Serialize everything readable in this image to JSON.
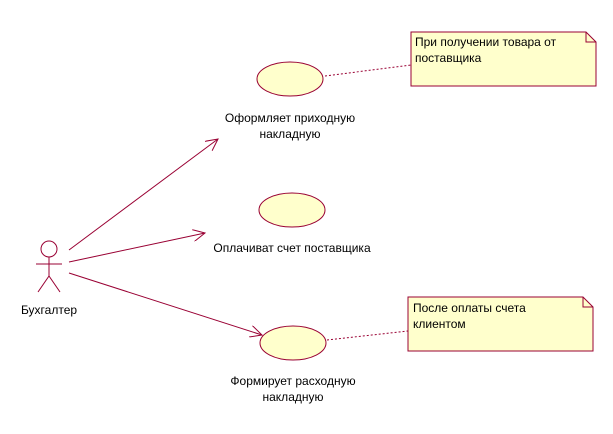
{
  "actor": {
    "name": "Бухгалтер"
  },
  "use_cases": [
    {
      "line1": "Оформляет приходную",
      "line2": "накладную"
    },
    {
      "line1": "Оплачиват счет поставщика",
      "line2": ""
    },
    {
      "line1": "Формирует расходную",
      "line2": "накладную"
    }
  ],
  "notes": [
    {
      "line1": "При получении товара от",
      "line2": "поставщика"
    },
    {
      "line1": "После оплаты счета",
      "line2": "клиентом"
    }
  ],
  "colors": {
    "use_case_fill": "#FFFFCC",
    "use_case_stroke": "#990033",
    "note_fill": "#FFFFCC",
    "association": "#990033",
    "note_link": "#990033"
  }
}
